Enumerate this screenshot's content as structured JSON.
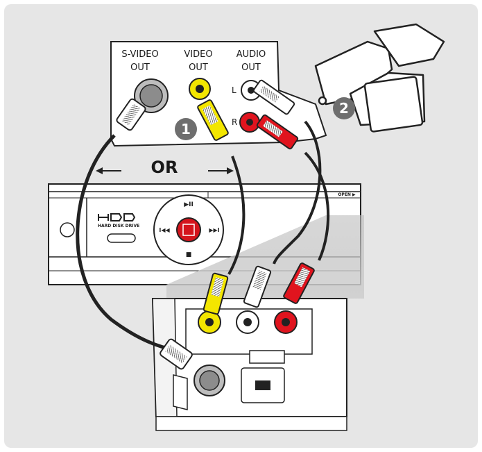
{
  "ports": {
    "svideo_line1": "S-VIDEO",
    "svideo_line2": "OUT",
    "video_line1": "VIDEO",
    "video_line2": "OUT",
    "audio_line1": "AUDIO",
    "audio_line2": "OUT",
    "left_channel": "L",
    "right_channel": "R"
  },
  "or_label": "OR",
  "steps": {
    "one": "1",
    "two": "2"
  },
  "recorder": {
    "logo": "HDD",
    "logo_sub": "HARD DISK DRIVE",
    "open_label": "OPEN ▶",
    "play_pause": "▶II",
    "prev": "I◀◀",
    "next": "▶▶I",
    "stop": "■"
  },
  "colors": {
    "background": "#e6e6e6",
    "cable_yellow": "#f3e600",
    "cable_red": "#e0141e",
    "cable_white": "#ffffff",
    "accent_red": "#d4141c",
    "badge": "#6e6e6e"
  }
}
